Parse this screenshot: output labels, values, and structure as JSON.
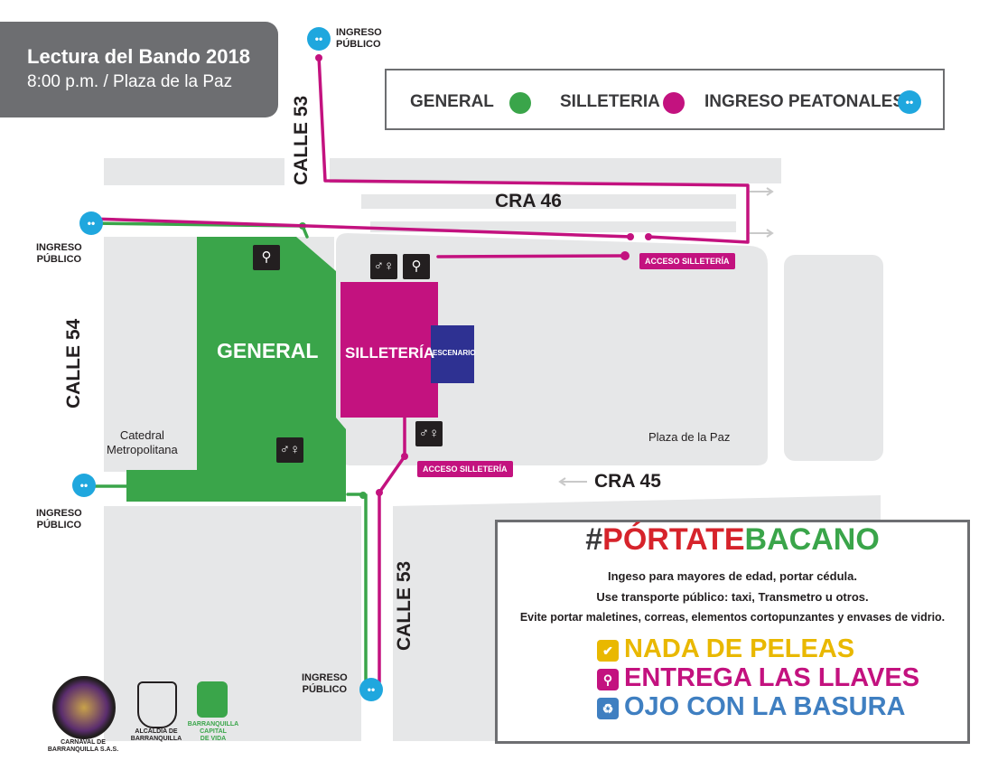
{
  "header": {
    "title": "Lectura del Bando 2018",
    "subtitle": "8:00 p.m.  / Plaza de la Paz"
  },
  "legend": {
    "general": "GENERAL",
    "silleteria": "SILLETERIA",
    "peatonales": "INGRESO PEATONALES"
  },
  "colors": {
    "general": "#3aa54a",
    "silleteria": "#c3127f",
    "pedestrian": "#1fa7de",
    "block": "#e6e7e8",
    "header_bg": "#6d6e71"
  },
  "streets": {
    "calle53_top": "CALLE 53",
    "calle54": "CALLE 54",
    "cra46": "CRA 46",
    "cra45": "CRA 45",
    "calle53_bottom": "CALLE 53"
  },
  "entrances": {
    "top": "INGRESO\nPÚBLICO",
    "left_upper": "INGRESO\nPÚBLICO",
    "left_lower": "INGRESO\nPÚBLICO",
    "bottom": "INGRESO\nPÚBLICO"
  },
  "zones": {
    "general": "GENERAL",
    "silleteria": "SILLETERÍA",
    "stage": "ESCENARIO"
  },
  "places": {
    "cathedral": "Catedral\nMetropolitana",
    "plaza": "Plaza de la Paz"
  },
  "tags": {
    "access_top": "ACCESO SILLETERÍA",
    "access_bottom": "ACCESO SILLETERÍA"
  },
  "icons": {
    "food": "fork-knife-icon",
    "restroom": "restroom-icon",
    "pedestrian": "footprints-icon"
  },
  "campaign": {
    "hashtag_prefix": "#",
    "hashtag_red": "PÓRTATE",
    "hashtag_green": "BACANO",
    "lines": [
      "Ingeso para mayores de edad, portar cédula.",
      "Use transporte público: taxi, Transmetro u otros.",
      "Evite portar maletines, correas, elementos cortopunzantes y envases de vidrio."
    ],
    "slogans": [
      {
        "text": "NADA DE PELEAS",
        "color": "#e9b800",
        "icon": "thumbs-up-icon"
      },
      {
        "text": "ENTREGA LAS LLAVES",
        "color": "#c3127f",
        "icon": "key-icon"
      },
      {
        "text": "OJO CON LA BASURA",
        "color": "#3f7fc1",
        "icon": "trash-icon"
      }
    ]
  },
  "logos": {
    "carnaval": "CARNAVAL DE BARRANQUILLA S.A.S.",
    "alcaldia": "ALCALDÍA DE\nBARRANQUILLA",
    "capital": "BARRANQUILLA\nCAPITAL\nDE VIDA"
  }
}
